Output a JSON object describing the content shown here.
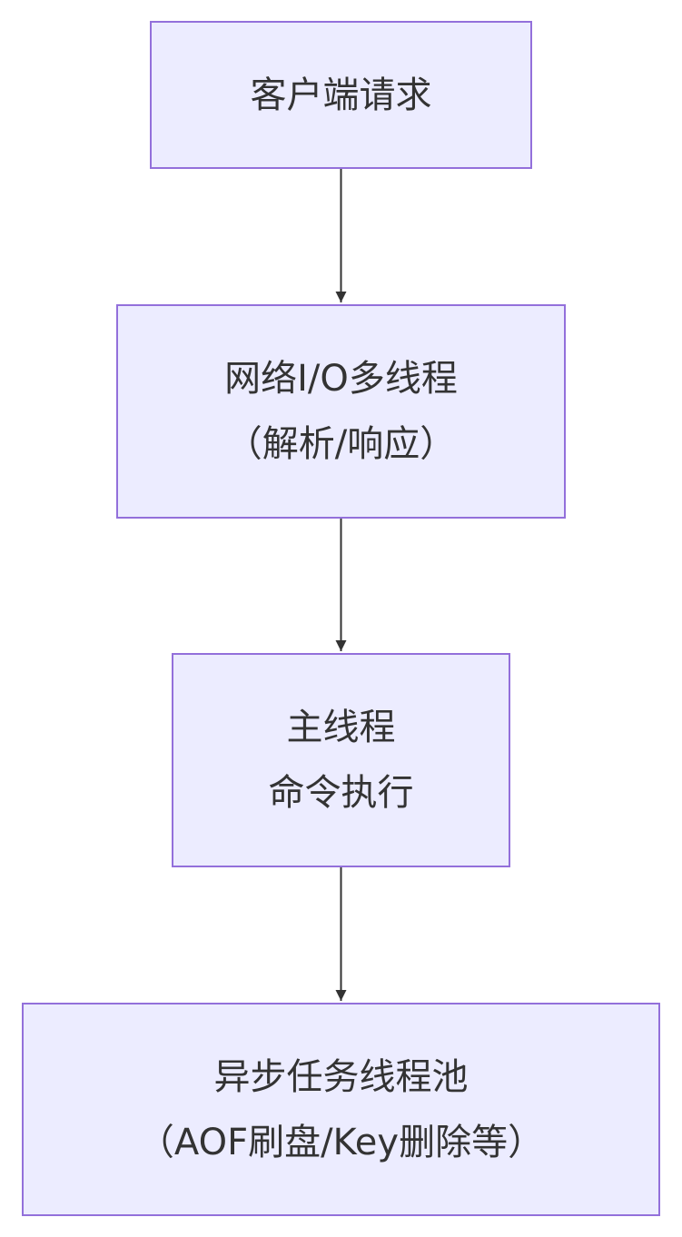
{
  "colors": {
    "node_fill": "#ececff",
    "node_border": "#9370db",
    "text": "#333333",
    "edge": "#333333"
  },
  "nodes": [
    {
      "id": "client",
      "lines": [
        "客户端请求"
      ]
    },
    {
      "id": "io",
      "lines": [
        "网络I/O多线程",
        "（解析/响应）"
      ]
    },
    {
      "id": "main",
      "lines": [
        "主线程",
        "命令执行"
      ]
    },
    {
      "id": "async",
      "lines": [
        "异步任务线程池",
        "（AOF刷盘/Key删除等）"
      ]
    }
  ],
  "edges": [
    {
      "from": "client",
      "to": "io"
    },
    {
      "from": "io",
      "to": "main"
    },
    {
      "from": "main",
      "to": "async"
    }
  ]
}
